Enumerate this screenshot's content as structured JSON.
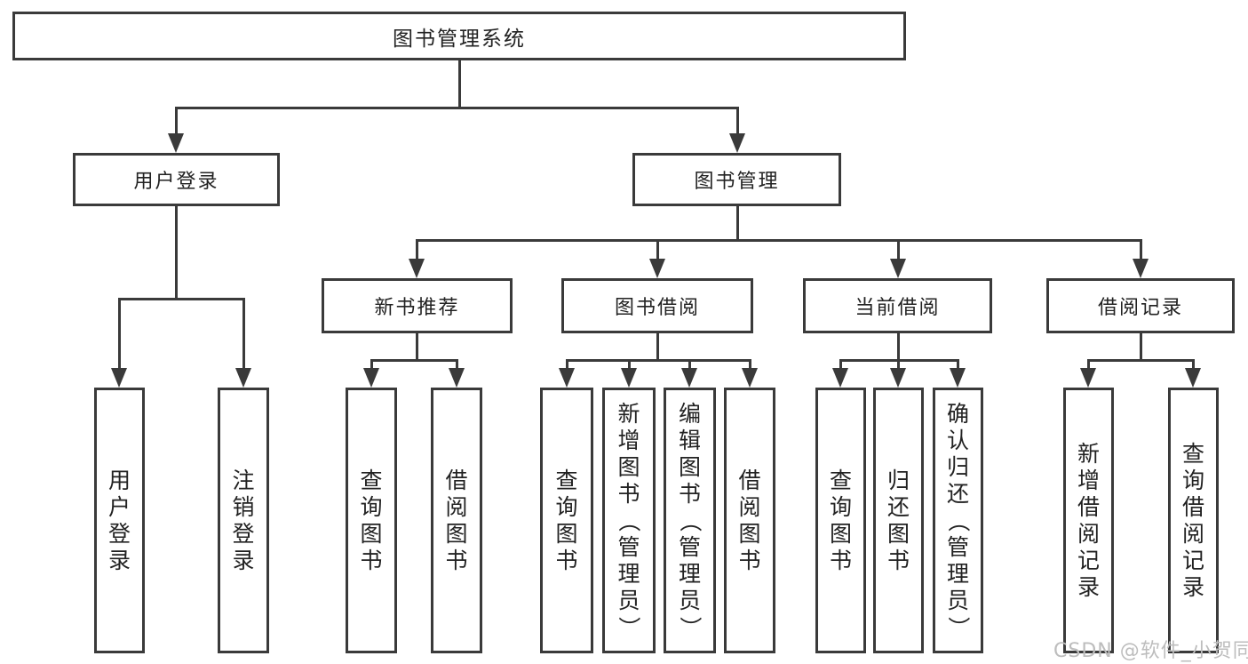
{
  "tree": {
    "root": "图书管理系统",
    "user_login": {
      "label": "用户登录",
      "children": {
        "login": "用户登录",
        "logout": "注销登录"
      }
    },
    "book_mgmt": {
      "label": "图书管理",
      "sections": {
        "new_books": {
          "label": "新书推荐",
          "children": {
            "query": "查询图书",
            "borrow": "借阅图书"
          }
        },
        "borrowing": {
          "label": "图书借阅",
          "children": {
            "query": "查询图书",
            "add": "新增图书（管理员）",
            "edit": "编辑图书（管理员）",
            "borrow": "借阅图书"
          }
        },
        "current": {
          "label": "当前借阅",
          "children": {
            "query": "查询图书",
            "return": "归还图书",
            "confirm": "确认归还（管理员）"
          }
        },
        "records": {
          "label": "借阅记录",
          "children": {
            "add": "新增借阅记录",
            "query": "查询借阅记录"
          }
        }
      }
    }
  },
  "watermark": "CSDN @软件_小贺同学",
  "colors": {
    "line": "#3a3a3a",
    "text": "#222222",
    "background": "#ffffff",
    "watermark": "#bdbdbd"
  }
}
